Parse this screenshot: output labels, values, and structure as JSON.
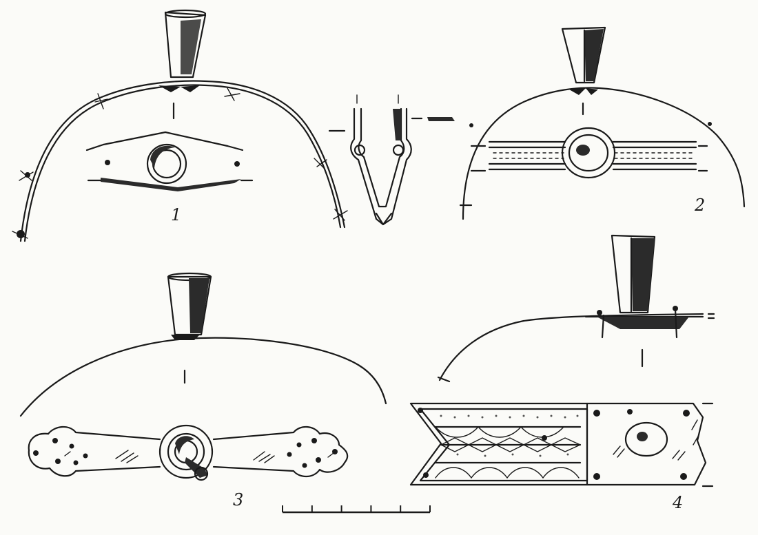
{
  "figures": [
    {
      "number": "1"
    },
    {
      "number": "2"
    },
    {
      "number": "3"
    },
    {
      "number": "4"
    }
  ],
  "scale_bar": {
    "divisions": 5
  },
  "colors": {
    "ink": "#1a1a1a",
    "paper": "#fbfbf8"
  }
}
